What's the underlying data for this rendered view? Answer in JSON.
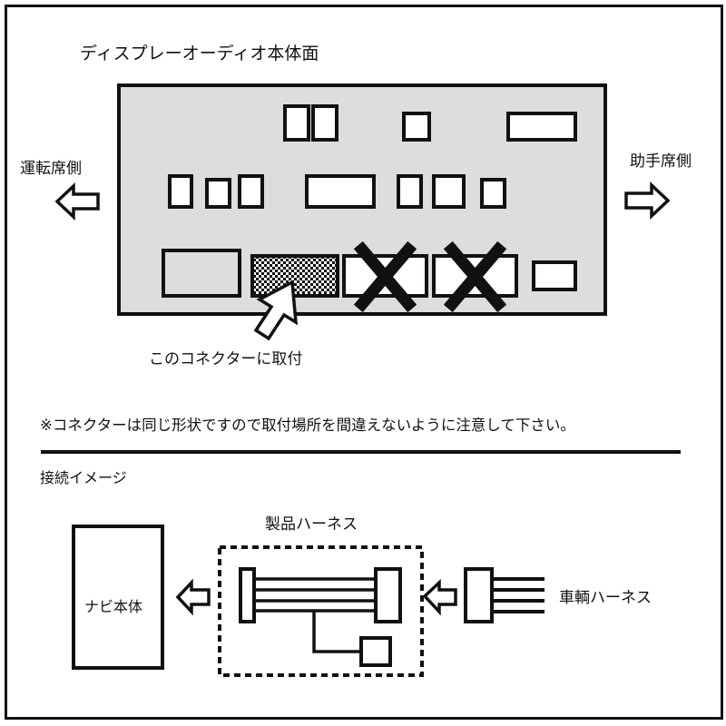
{
  "panel": {
    "title": "ディスプレーオーディオ本体面",
    "left_side_label": "運転席側",
    "right_side_label": "助手席側",
    "target_connector_label": "このコネクターに取付",
    "panel_color": "#dcdddd",
    "connectors": [
      {
        "name": "connector-top-1",
        "row": 1,
        "state": "unused"
      },
      {
        "name": "connector-top-2",
        "row": 1,
        "state": "unused"
      },
      {
        "name": "connector-top-3",
        "row": 1,
        "state": "unused"
      },
      {
        "name": "connector-top-4",
        "row": 1,
        "state": "unused"
      },
      {
        "name": "connector-mid-1",
        "row": 2,
        "state": "unused"
      },
      {
        "name": "connector-mid-2",
        "row": 2,
        "state": "unused"
      },
      {
        "name": "connector-mid-3",
        "row": 2,
        "state": "unused"
      },
      {
        "name": "connector-mid-4",
        "row": 2,
        "state": "unused"
      },
      {
        "name": "connector-mid-5",
        "row": 2,
        "state": "unused"
      },
      {
        "name": "connector-mid-6",
        "row": 2,
        "state": "unused"
      },
      {
        "name": "connector-mid-7",
        "row": 2,
        "state": "unused"
      },
      {
        "name": "connector-bottom-1",
        "row": 3,
        "state": "unused"
      },
      {
        "name": "connector-bottom-2",
        "row": 3,
        "state": "target"
      },
      {
        "name": "connector-bottom-3",
        "row": 3,
        "state": "crossed-out"
      },
      {
        "name": "connector-bottom-4",
        "row": 3,
        "state": "crossed-out"
      },
      {
        "name": "connector-bottom-5",
        "row": 3,
        "state": "unused"
      }
    ]
  },
  "note": "※コネクターは同じ形状ですので取付場所を間違えないように注意して下さい。",
  "connection": {
    "heading": "接続イメージ",
    "navi_label": "ナビ本体",
    "product_harness_label": "製品ハーネス",
    "vehicle_harness_label": "車輌ハーネス"
  }
}
